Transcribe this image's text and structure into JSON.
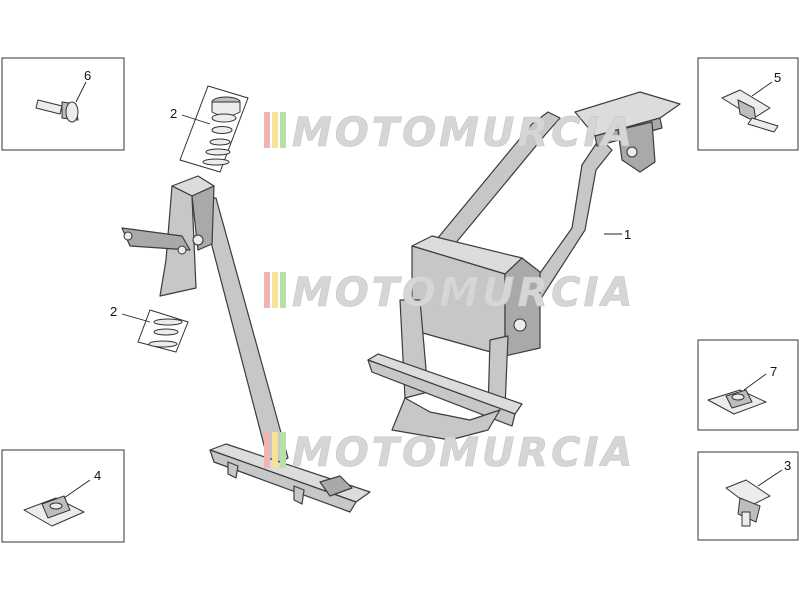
{
  "watermark": {
    "text": "MOTOMURCIA",
    "stripe_colors": [
      "#f2b3b3",
      "#f5e29a",
      "#b9dfa7"
    ]
  },
  "callouts": {
    "frame": "1",
    "bearing_set_upper": "2",
    "bearing_set_lower": "2",
    "clip_nut_3": "3",
    "clip_nut_4": "4",
    "clip_nut_5": "5",
    "bolt_6": "6",
    "clip_nut_7": "7"
  },
  "colors": {
    "frame_fill": "#c7c7c7",
    "outline": "#333333",
    "part_fill": "#ececec"
  }
}
